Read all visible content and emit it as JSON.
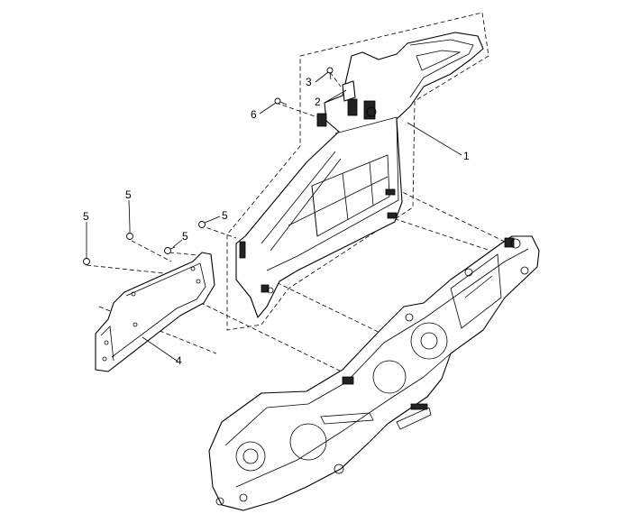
{
  "callouts": {
    "c1": "1",
    "c2": "2",
    "c3": "3",
    "c4": "4",
    "c5a": "5",
    "c5b": "5",
    "c5c": "5",
    "c5d": "5",
    "c6": "6"
  }
}
